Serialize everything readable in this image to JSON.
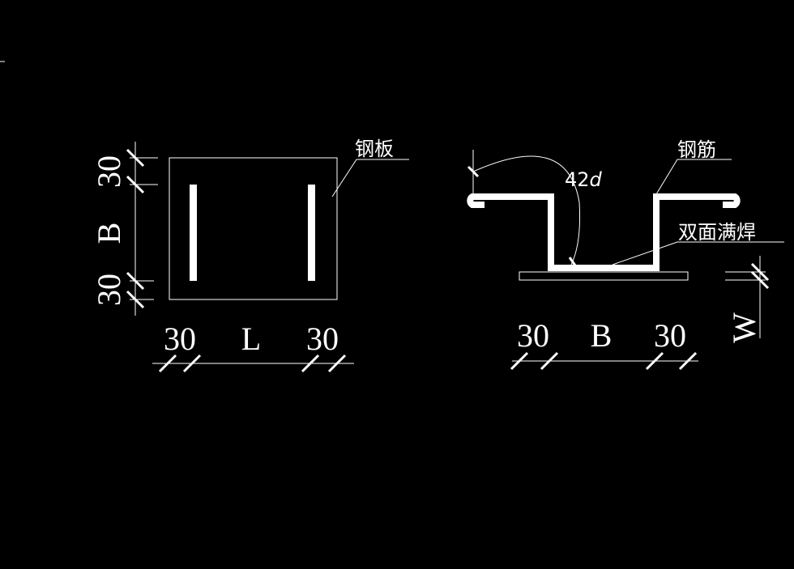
{
  "plate_view": {
    "label": "钢板",
    "dim_vertical": [
      "30",
      "B",
      "30"
    ],
    "dim_horizontal": [
      "30",
      "L",
      "30"
    ]
  },
  "section_view": {
    "rebar_label": "钢筋",
    "weld_label": "双面满焊",
    "anchor_length_num": "42",
    "anchor_length_unit": "d",
    "dim_horizontal": [
      "30",
      "B",
      "30"
    ],
    "dim_thickness": "W"
  },
  "colors": {
    "background": "#000000",
    "lines": "#ffffff"
  }
}
